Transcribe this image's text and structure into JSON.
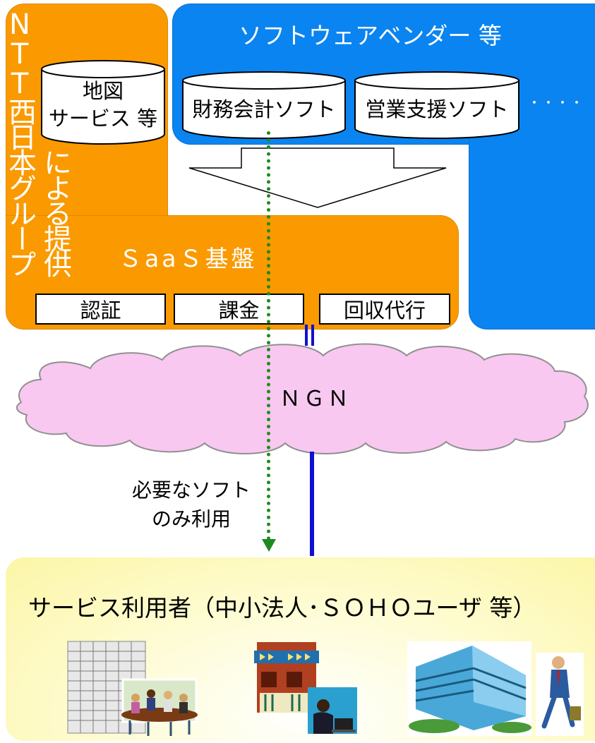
{
  "provider_group": {
    "name": "NTT西日本グループ",
    "suffix": "による提供"
  },
  "map_service": {
    "line1": "地図",
    "line2": "サービス 等"
  },
  "vendors": {
    "title": "ソフトウェアベンダー 等",
    "software": [
      "財務会計ソフト",
      "営業支援ソフト"
    ],
    "ellipsis": "・・・・"
  },
  "platform": {
    "title": "ＳaaＳ基盤",
    "functions": [
      "認証",
      "課金",
      "回収代行"
    ]
  },
  "network": {
    "label": "ＮＧＮ"
  },
  "usage_note": {
    "line1": "必要なソフト",
    "line2": "のみ利用"
  },
  "users": {
    "title": "サービス利用者（中小法人･ＳＯＨＯユーザ 等）",
    "illustrations": [
      "office-meeting-illustration",
      "shop-worker-illustration",
      "building-businessman-illustration"
    ]
  },
  "colors": {
    "orange": "#fa9a00",
    "blue": "#0a84f0",
    "cloud": "#f8c8f0",
    "green_arrow": "#1f8a1f",
    "link_line": "#1010d0",
    "user_area": "#fdf9b8"
  }
}
